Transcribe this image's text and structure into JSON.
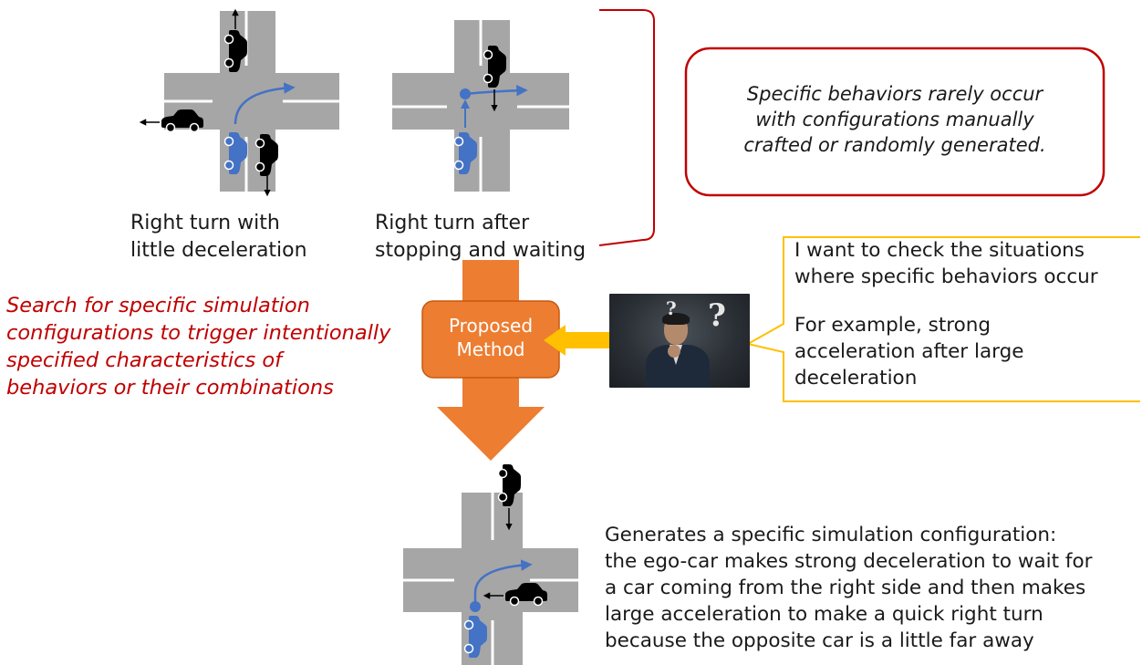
{
  "top_left": {
    "caption_lines": [
      "Right turn with",
      "little deceleration"
    ]
  },
  "top_middle": {
    "caption_lines": [
      "Right turn after",
      "stopping and waiting"
    ]
  },
  "observation_box": {
    "lines": [
      "Specific behaviors rarely occur",
      "with configurations manually",
      "crafted or randomly generated."
    ]
  },
  "search_note": {
    "lines": [
      "Search for specific simulation",
      "configurations to trigger intentionally",
      "specified characteristics of",
      "behaviors or their combinations"
    ]
  },
  "method_box": {
    "lines": [
      "Proposed",
      "Method"
    ]
  },
  "speech_bubble": {
    "lines": [
      "I want to check the situations",
      "where specific behaviors occur",
      "",
      "For example, strong",
      "acceleration after large",
      "deceleration"
    ]
  },
  "photo": {
    "question_marks": [
      "?",
      "?"
    ]
  },
  "result_text": {
    "lines": [
      "Generates a specific simulation configuration:",
      "the ego-car makes strong deceleration to wait for",
      "a car coming from the right side and then makes",
      "large acceleration to make a quick right turn",
      "because the opposite car is a little far away"
    ]
  },
  "colors": {
    "road": "#a6a6a6",
    "lane_line": "#ffffff",
    "ego_car": "#4472c4",
    "other_car": "#000000",
    "path": "#4472c4",
    "bracket": "#c00000",
    "red_text": "#c00000",
    "method_fill": "#ed7d31",
    "big_arrow": "#ed7d31",
    "yellow_arrow": "#ffc000",
    "bubble_border": "#ffc000"
  }
}
